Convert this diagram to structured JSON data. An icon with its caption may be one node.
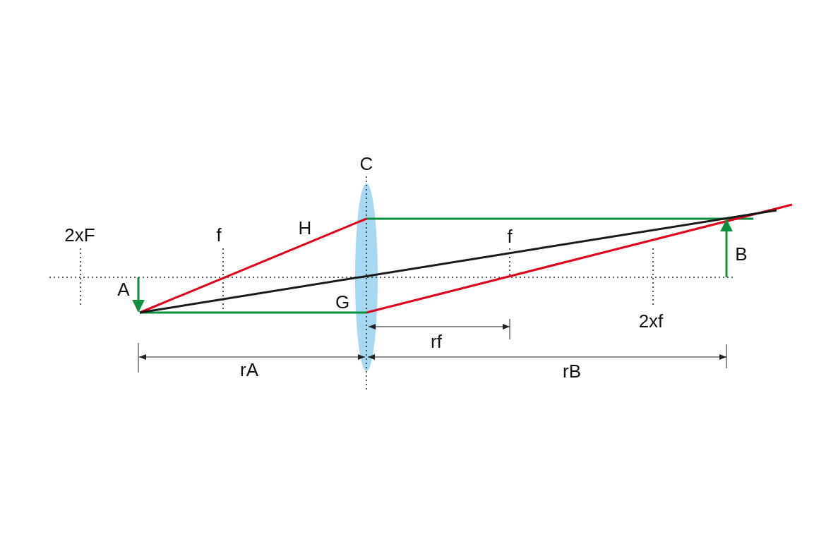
{
  "diagram": {
    "labels": [
      "C",
      "2xF",
      "f",
      "H",
      "f",
      "B",
      "A",
      "G",
      "2xf",
      "rf",
      "rA",
      "rB"
    ]
  }
}
